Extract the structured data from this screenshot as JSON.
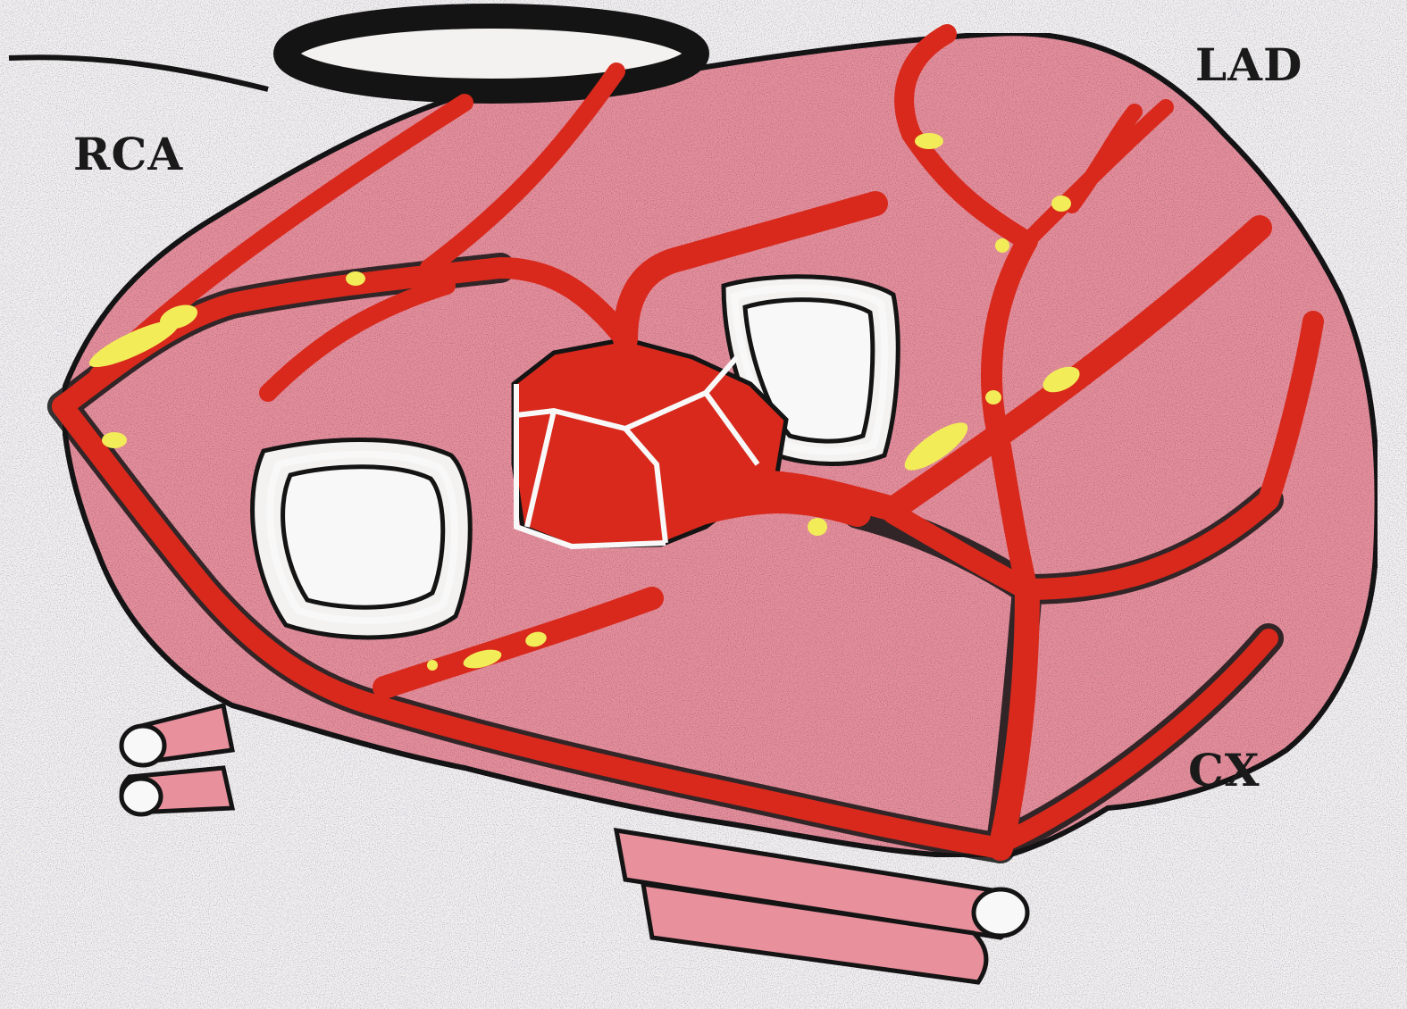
{
  "labels": {
    "rca": "RCA",
    "lad": "LAD",
    "cx": "CX"
  },
  "colors": {
    "background": "#f4f2f0",
    "myocardium": "#e8909c",
    "vessel": "#d8291c",
    "plaque": "#f2ec58",
    "outline": "#141414",
    "valve_ring": "#f8f8f8"
  },
  "icons": {
    "snare": "snare-loop-icon",
    "valve": "valve-ring-icon"
  }
}
